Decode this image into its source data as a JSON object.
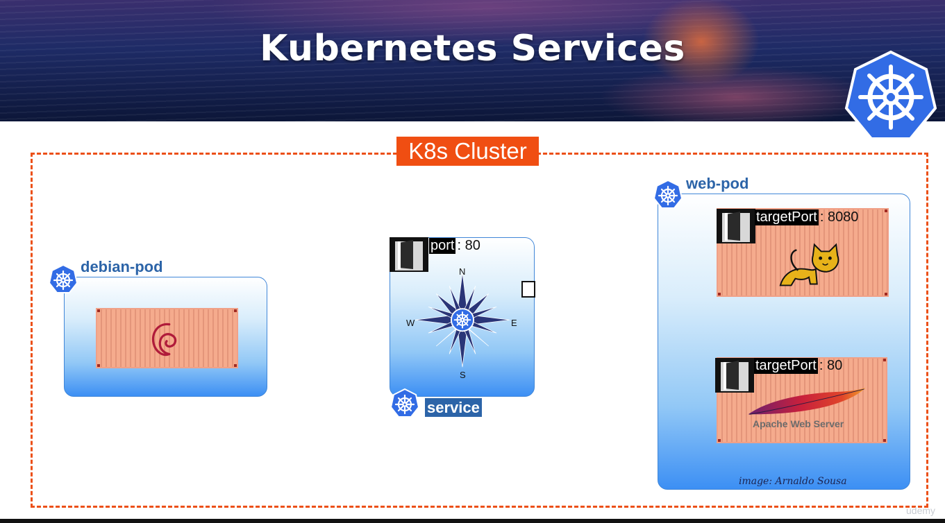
{
  "header": {
    "title": "Kubernetes Services"
  },
  "cluster": {
    "label": "K8s Cluster"
  },
  "debian_pod": {
    "name": "debian-pod"
  },
  "service": {
    "name": "service",
    "port_key": "port",
    "port_value": ": 80",
    "compass": {
      "n": "N",
      "s": "S",
      "e": "E",
      "w": "W"
    }
  },
  "web_pod": {
    "name": "web-pod",
    "containers": [
      {
        "port_key": "targetPort",
        "port_value": ": 8080"
      },
      {
        "port_key": "targetPort",
        "port_value": ": 80",
        "logo_text": "Apache Web Server"
      }
    ]
  },
  "credit": "image: Arnaldo Sousa",
  "watermark": "udemy",
  "colors": {
    "cluster_border": "#ec5018",
    "k8s_blue": "#326ce5",
    "pod_label": "#2c64a8"
  }
}
